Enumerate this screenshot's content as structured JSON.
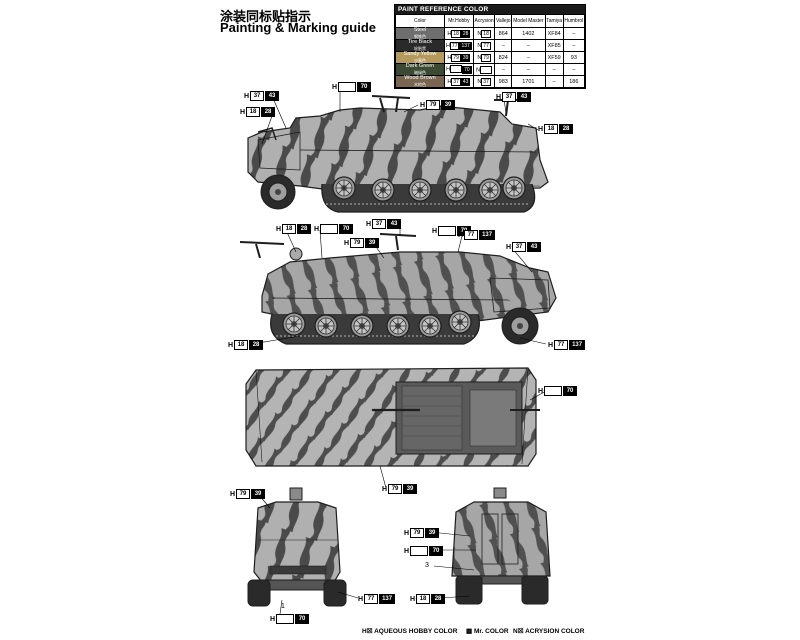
{
  "title_cn": "涂装同标贴指示",
  "title_en": "Painting & Marking guide",
  "paint_table": {
    "header": "PAINT REFERENCE COLOR",
    "columns": [
      "Color",
      "Mr.Hobby",
      "Acrysion",
      "Vallejo",
      "Model Master",
      "Tamiya",
      "Humbrol"
    ],
    "rows": [
      {
        "en": "Steel",
        "cn": "钢铁色",
        "swatch": "#6e6e6e",
        "hobby_h": "H",
        "hobby_a": "18",
        "hobby_b": "28",
        "acrysion": "18",
        "vallejo": "864",
        "model_master": "1402",
        "tamiya": "XF84",
        "humbrol": "–"
      },
      {
        "en": "Tire Black",
        "cn": "轮胎黑",
        "swatch": "#2a2a2a",
        "hobby_h": "H",
        "hobby_a": "77",
        "hobby_b": "137",
        "acrysion": "77",
        "vallejo": "–",
        "model_master": "–",
        "tamiya": "XF85",
        "humbrol": "–"
      },
      {
        "en": "Sandy Yellow",
        "cn": "沙黄色",
        "swatch": "#b49a5c",
        "hobby_h": "H",
        "hobby_a": "79",
        "hobby_b": "39",
        "acrysion": "79",
        "vallejo": "824",
        "model_master": "–",
        "tamiya": "XF59",
        "humbrol": "93"
      },
      {
        "en": "Dark Green",
        "cn": "暗绿色",
        "swatch": "#3c4a34",
        "hobby_h": "H",
        "hobby_a": "",
        "hobby_b": "70",
        "acrysion": "",
        "vallejo": "–",
        "model_master": "–",
        "tamiya": "–",
        "humbrol": "–"
      },
      {
        "en": "Wood Brown",
        "cn": "木棕色",
        "swatch": "#7a6650",
        "hobby_h": "H",
        "hobby_a": "37",
        "hobby_b": "43",
        "acrysion": "37",
        "vallejo": "983",
        "model_master": "1701",
        "tamiya": "–",
        "humbrol": "186"
      }
    ],
    "n_prefix": "N"
  },
  "callouts": {
    "h": "H",
    "c1": {
      "a": "37",
      "b": "43"
    },
    "c2": {
      "a": "",
      "b": "70"
    },
    "c3": {
      "a": "79",
      "b": "39"
    },
    "c4": {
      "a": "18",
      "b": "28"
    },
    "c5": {
      "a": "37",
      "b": "43"
    },
    "c6": {
      "a": "18",
      "b": "28"
    },
    "c7": {
      "a": "18",
      "b": "28"
    },
    "c8": {
      "a": "",
      "b": "70"
    },
    "c9": {
      "a": "37",
      "b": "43"
    },
    "c10": {
      "a": "79",
      "b": "39"
    },
    "c11": {
      "a": "",
      "b": "70"
    },
    "c12": {
      "a": "77",
      "b": "137"
    },
    "c13": {
      "a": "37",
      "b": "43"
    },
    "c14": {
      "a": "18",
      "b": "28"
    },
    "c15": {
      "a": "77",
      "b": "137"
    },
    "c16": {
      "a": "",
      "b": "70"
    },
    "c17": {
      "a": "79",
      "b": "39"
    },
    "c18": {
      "a": "79",
      "b": "39"
    },
    "c19": {
      "a": "77",
      "b": "137"
    },
    "c20": {
      "a": "",
      "b": "70"
    },
    "c21": {
      "a": "79",
      "b": "39"
    },
    "c22": {
      "a": "",
      "b": "70"
    },
    "c23": {
      "a": "18",
      "b": "28"
    }
  },
  "numbers": {
    "n1": "1",
    "n3": "3"
  },
  "legend": {
    "aqueous": "H☒ AQUEOUS HOBBY COLOR",
    "mr": "▩ Mr. COLOR",
    "acrysion": "N☒ ACRYSION COLOR"
  },
  "colors": {
    "base": "#a9a9a9",
    "stripe": "#4a4a4a",
    "tire": "#2a2a2a",
    "outline": "#1e1e1e"
  }
}
